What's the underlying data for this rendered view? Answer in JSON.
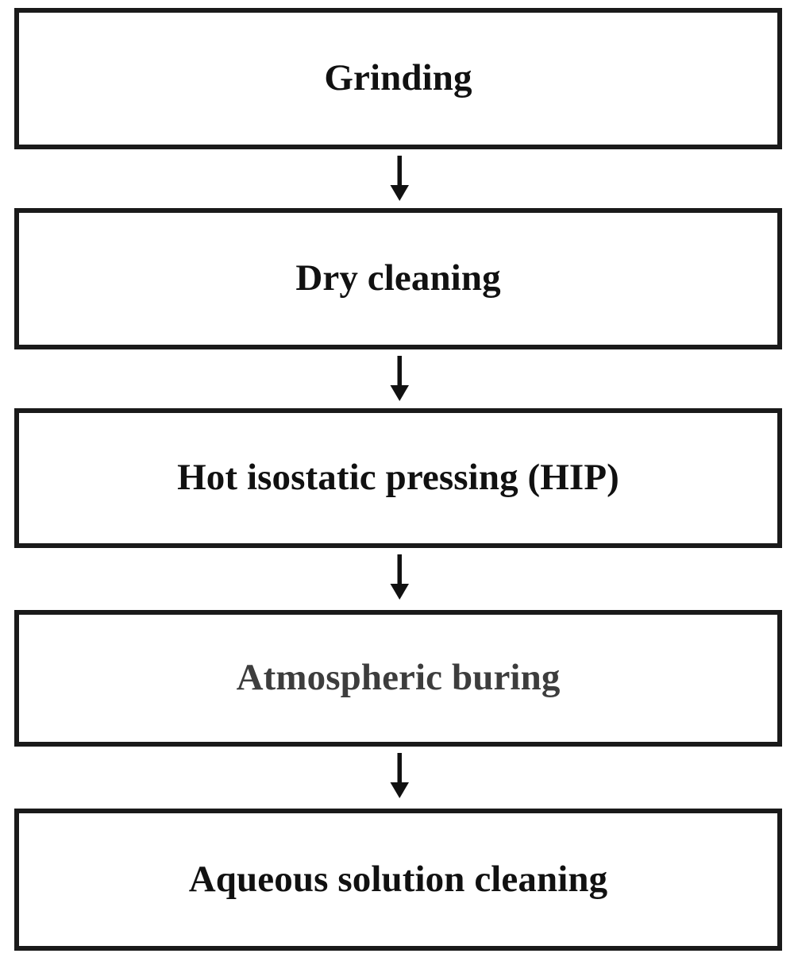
{
  "diagram": {
    "type": "flowchart",
    "orientation": "vertical-top-to-bottom",
    "title": "",
    "background_color": "#ffffff",
    "box_border_color": "#1a1a1a",
    "box_fill_color": "#ffffff",
    "default_text_color": "#111111",
    "muted_text_color": "#3d3d3d",
    "arrow_color": "#111111",
    "arrow_icon_name": "down-arrow-icon",
    "steps": [
      {
        "id": "step-1",
        "order": 1,
        "label": "Grinding",
        "text_color": "#111111"
      },
      {
        "id": "step-2",
        "order": 2,
        "label": "Dry cleaning",
        "text_color": "#111111"
      },
      {
        "id": "step-3",
        "order": 3,
        "label": "Hot isostatic pressing (HIP)",
        "text_color": "#111111"
      },
      {
        "id": "step-4",
        "order": 4,
        "label": "Atmospheric buring",
        "text_color": "#3d3d3d"
      },
      {
        "id": "step-5",
        "order": 5,
        "label": "Aqueous solution cleaning",
        "text_color": "#111111"
      }
    ],
    "connectors": [
      {
        "id": "arrow-1",
        "from": "step-1",
        "to": "step-2",
        "shape": "down-arrow"
      },
      {
        "id": "arrow-2",
        "from": "step-2",
        "to": "step-3",
        "shape": "down-arrow"
      },
      {
        "id": "arrow-3",
        "from": "step-3",
        "to": "step-4",
        "shape": "down-arrow"
      },
      {
        "id": "arrow-4",
        "from": "step-4",
        "to": "step-5",
        "shape": "down-arrow"
      }
    ]
  }
}
